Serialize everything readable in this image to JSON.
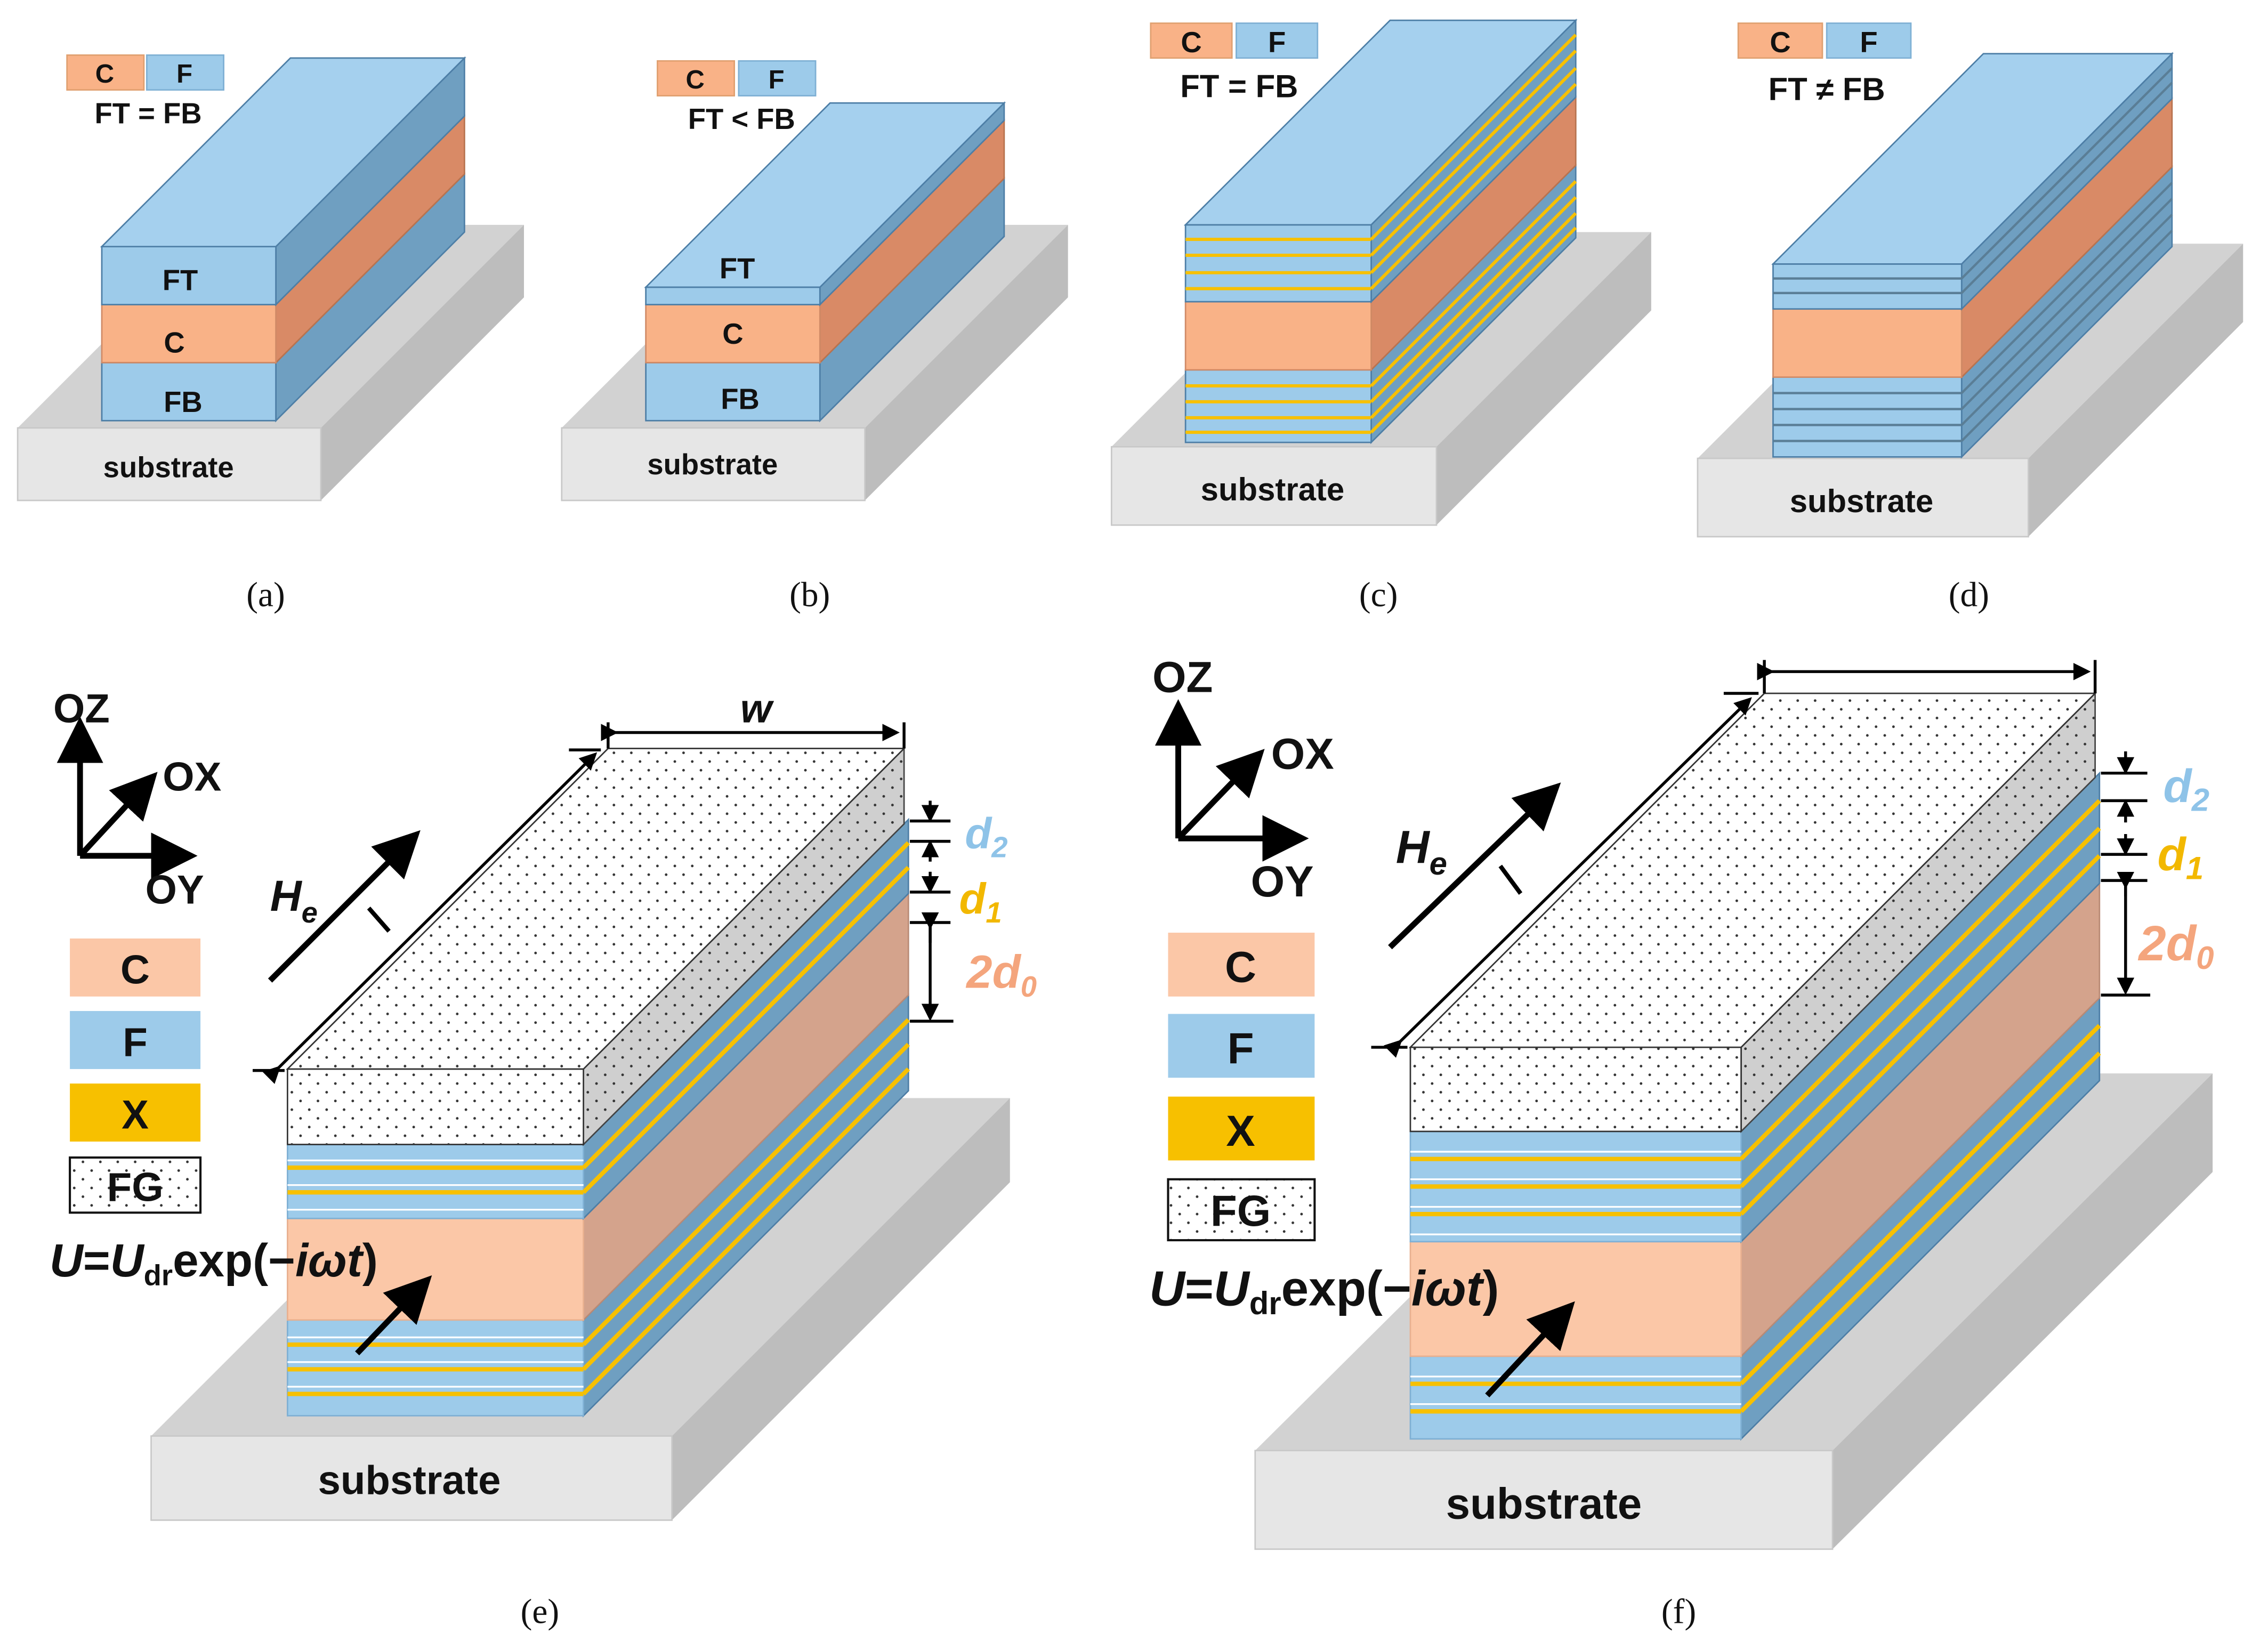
{
  "colors": {
    "C": "#f9b287",
    "C_side": "#d98a66",
    "C_dark": "#c98f78",
    "F": "#9dcbea",
    "F_side": "#6f9fc1",
    "F_edge": "#4d7ea6",
    "X": "#f7c000",
    "substrate": "#e6e6e6",
    "substrate_side": "#bdbdbd",
    "d2": "#8ec3e8",
    "d1": "#f2b800",
    "d0": "#f4a57d"
  },
  "legend": {
    "C": "C",
    "F": "F",
    "X": "X",
    "FG": "FG"
  },
  "panels": {
    "a": {
      "caption": "(a)",
      "condition": "FT = FB",
      "top_label": "FT",
      "mid_label": "C",
      "bottom_label": "FB",
      "substrate": "substrate"
    },
    "b": {
      "caption": "(b)",
      "condition": "FT < FB",
      "top_label": "FT",
      "mid_label": "C",
      "bottom_label": "FB",
      "substrate": "substrate"
    },
    "c": {
      "caption": "(c)",
      "condition": "FT = FB",
      "substrate": "substrate"
    },
    "d": {
      "caption": "(d)",
      "condition": "FT ≠ FB",
      "substrate": "substrate"
    },
    "e": {
      "caption": "(e)",
      "substrate": "substrate",
      "axis_z": "OZ",
      "axis_x": "OX",
      "axis_y": "OY",
      "width_label": "w",
      "field_label": "H",
      "field_sub": "e",
      "length_label": "l",
      "d2": "d",
      "d2_sub": "2",
      "d1": "d",
      "d1_sub": "1",
      "d0": "2d",
      "d0_sub": "0",
      "voltage_a": "U",
      "voltage_eq": "=",
      "voltage_b": "U",
      "voltage_sub": "dr",
      "voltage_c": "exp(−",
      "voltage_i": "iωt",
      "voltage_d": ")"
    },
    "f": {
      "caption": "(f)",
      "substrate": "substrate",
      "axis_z": "OZ",
      "axis_x": "OX",
      "axis_y": "OY",
      "field_label": "H",
      "field_sub": "e",
      "length_label": "l",
      "d2": "d",
      "d2_sub": "2",
      "d1": "d",
      "d1_sub": "1",
      "d0": "2d",
      "d0_sub": "0",
      "voltage_a": "U",
      "voltage_eq": "=",
      "voltage_b": "U",
      "voltage_sub": "dr",
      "voltage_c": "exp(−",
      "voltage_i": "iωt",
      "voltage_d": ")"
    }
  }
}
